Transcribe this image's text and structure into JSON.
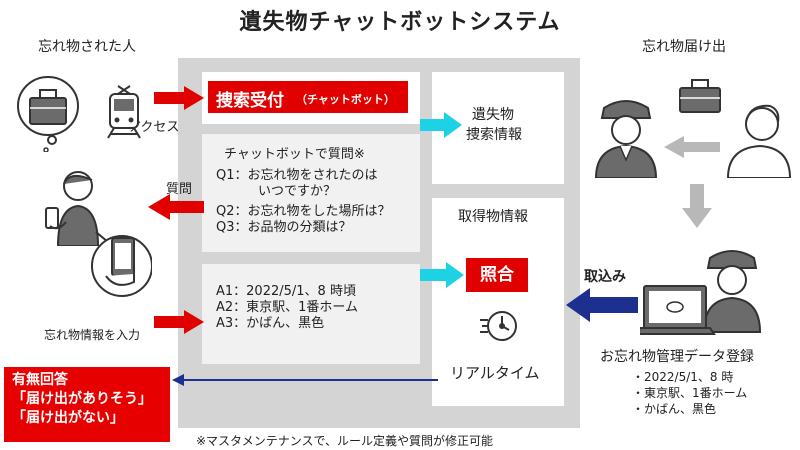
{
  "title": "遺失物チャットボットシステム",
  "left_heading": "忘れ物された人",
  "right_heading": "忘れ物届け出",
  "access_label": "アクセス",
  "question_label": "質問",
  "input_label": "忘れ物情報を入力",
  "search_button": {
    "main": "捜索受付",
    "sub": "（チャットボット）"
  },
  "chatbot": {
    "heading": "チャットボットで質問※",
    "q1a": "Q1：お忘れ物をされたのは",
    "q1b": "いつですか？",
    "q2": "Q2：お忘れ物をした場所は？",
    "q3": "Q3：お品物の分類は？"
  },
  "answers": {
    "a1": "A1：2022/5/1、8 時頃",
    "a2": "A2：東京駅、1番ホーム",
    "a3": "A3：かばん、黒色"
  },
  "lost_search": {
    "line1": "遺失物",
    "line2": "捜索情報"
  },
  "acquired_info": "取得物情報",
  "match_button": "照合",
  "realtime_label": "リアルタイム",
  "import_label": "取込み",
  "registration": {
    "heading": "お忘れ物管理データ登録",
    "items": [
      "・2022/5/1、8 時",
      "・東京駅、1番ホーム",
      "・かばん、黒色"
    ]
  },
  "answer_box": {
    "line1": "有無回答",
    "line2": "「届け出がありそう」",
    "line3": "「届け出がない」"
  },
  "footnote": "※マスタメンテナンスで、ルール定義や質問が修正可能",
  "colors": {
    "red": "#e10000",
    "cyan": "#1ed2e6",
    "navy": "#1d2f8f",
    "gray_panel": "#d4d4d4",
    "icon_fill": "#6b6b6b"
  }
}
